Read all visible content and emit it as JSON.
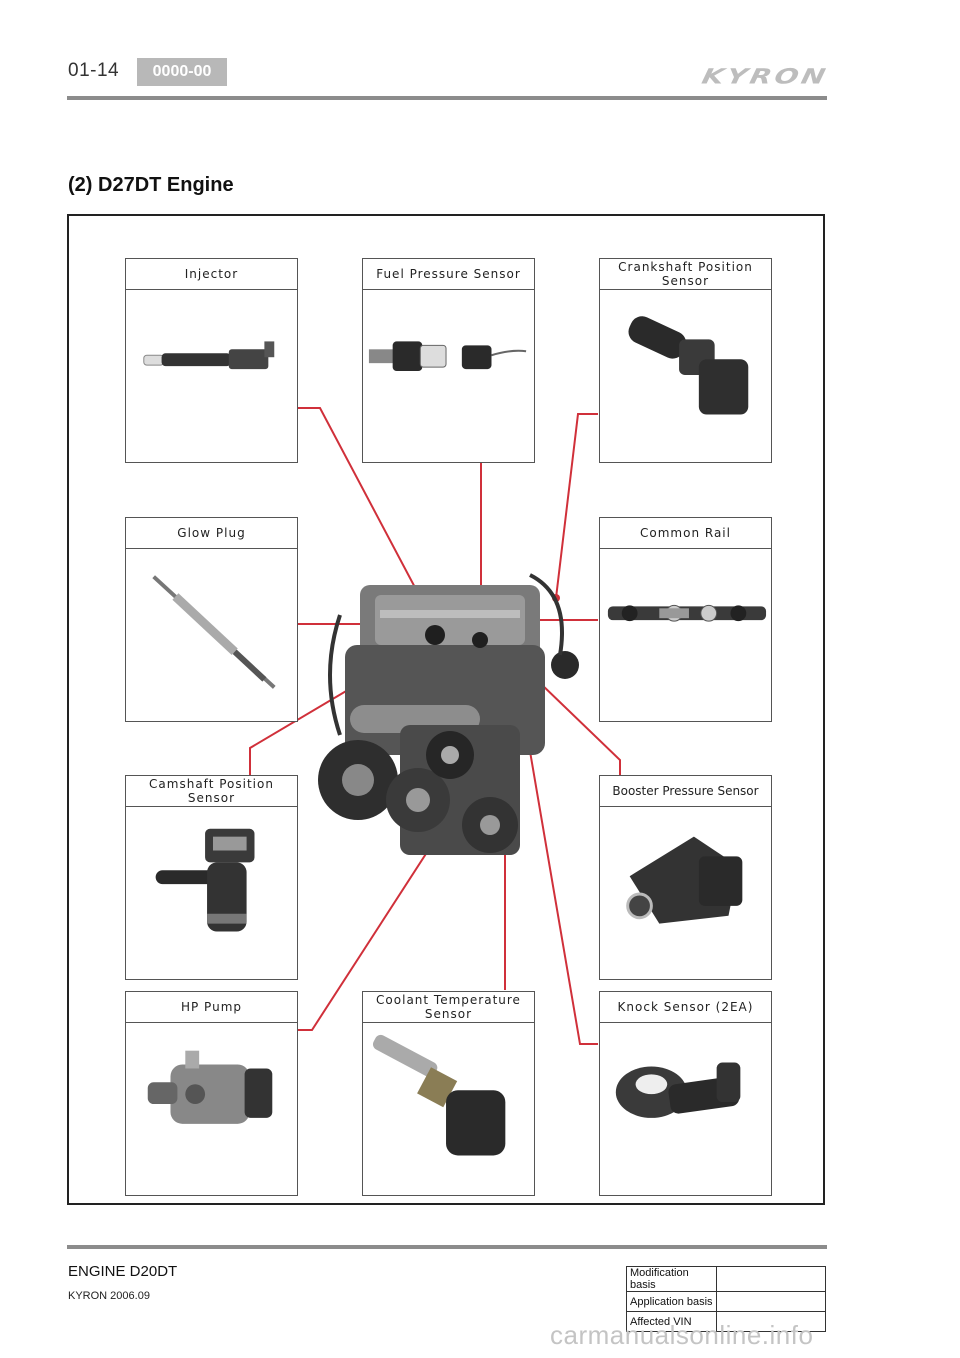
{
  "header": {
    "page_number": "01-14",
    "code_badge": "0000-00",
    "brand": "KYRON"
  },
  "section_title": "(2) D27DT Engine",
  "components": [
    {
      "id": "injector",
      "label": "Injector",
      "icon": "injector-icon"
    },
    {
      "id": "fuel_pressure_sensor",
      "label": "Fuel Pressure Sensor",
      "icon": "fuel-pressure-sensor-icon"
    },
    {
      "id": "crankshaft_position_sensor",
      "label": "Crankshaft Position Sensor",
      "icon": "crankshaft-sensor-icon"
    },
    {
      "id": "glow_plug",
      "label": "Glow Plug",
      "icon": "glow-plug-icon"
    },
    {
      "id": "common_rail",
      "label": "Common Rail",
      "icon": "common-rail-icon"
    },
    {
      "id": "camshaft_position_sensor",
      "label": "Camshaft Position Sensor",
      "icon": "camshaft-sensor-icon"
    },
    {
      "id": "booster_pressure_sensor",
      "label": "Booster Pressure Sensor",
      "icon": "booster-sensor-icon"
    },
    {
      "id": "hp_pump",
      "label": "HP Pump",
      "icon": "hp-pump-icon"
    },
    {
      "id": "coolant_temperature_sensor",
      "label": "Coolant Temperature Sensor",
      "icon": "coolant-sensor-icon"
    },
    {
      "id": "knock_sensor",
      "label": "Knock Sensor (2EA)",
      "icon": "knock-sensor-icon"
    }
  ],
  "center_image": "engine-photo",
  "leader_color": "#d0303a",
  "footer": {
    "title": "ENGINE D20DT",
    "subtitle": "KYRON 2006.09",
    "mod_table": [
      {
        "key": "Modification basis",
        "value": ""
      },
      {
        "key": "Application basis",
        "value": ""
      },
      {
        "key": "Affected VIN",
        "value": ""
      }
    ]
  },
  "watermark": "carmanualsonline.info"
}
